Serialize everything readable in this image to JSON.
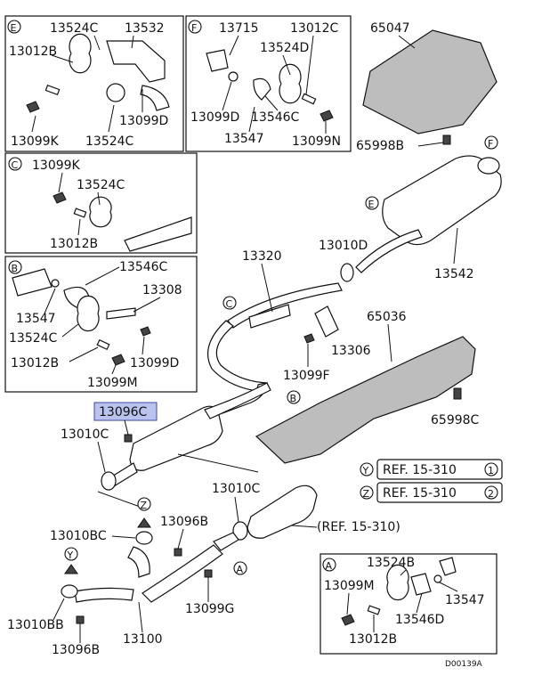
{
  "figure_id": "D00139A",
  "highlighted_part": "13096C",
  "inset_e": {
    "letter": "E",
    "labels": [
      "13524C",
      "13532",
      "13012B",
      "13099D",
      "13099K",
      "13524C"
    ]
  },
  "inset_f": {
    "letter": "F",
    "labels": [
      "13715",
      "13012C",
      "13524D",
      "13099D",
      "13546C",
      "13547",
      "13099N"
    ]
  },
  "inset_c": {
    "letter": "C",
    "labels": [
      "13099K",
      "13524C",
      "13012B"
    ]
  },
  "inset_b": {
    "letter": "B",
    "labels": [
      "13546C",
      "13308",
      "13547",
      "13524C",
      "13012B",
      "13099D",
      "13099M"
    ]
  },
  "inset_a": {
    "letter": "A",
    "labels": [
      "13524B",
      "13099M",
      "13547",
      "13546D",
      "13012B"
    ]
  },
  "main_labels": {
    "heat_shield_top": "65047",
    "bolt_top": "65998B",
    "muffler": "13542",
    "gasket_d": "13010D",
    "center_pipe": "13320",
    "heat_shield_mid": "65036",
    "bracket": "13306",
    "bolt_f": "13099F",
    "bolt_c": "65998C",
    "gasket_c": "13010C",
    "gasket_c2": "13010C",
    "gasket_bc": "13010BC",
    "nut_b": "13096B",
    "bolt_g": "13099G",
    "gasket_bb": "13010BB",
    "nut_bb": "13096B",
    "front_pipe": "13100"
  },
  "callout_letters": [
    "F",
    "E",
    "C",
    "B",
    "A",
    "Y",
    "Z"
  ],
  "refs": [
    {
      "marker": "Y",
      "text": "REF. 15-310",
      "num": "1"
    },
    {
      "marker": "Z",
      "text": "REF. 15-310",
      "num": "2"
    }
  ],
  "ref_cat": "(REF. 15-310)"
}
